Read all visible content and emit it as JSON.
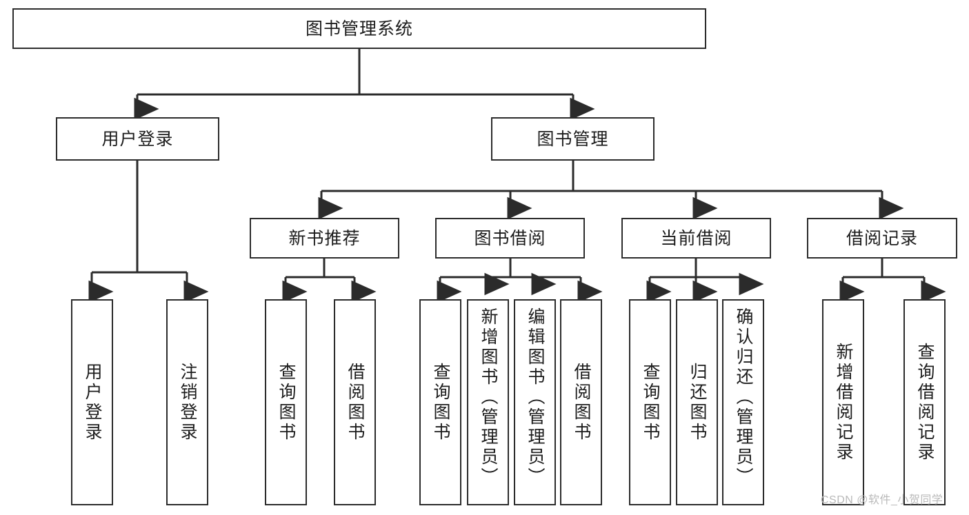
{
  "diagram": {
    "title": "图书管理系统",
    "watermark": "CSDN @软件_小贺同学",
    "line_color": "#2b2b2b",
    "box_fill": "#ffffff",
    "text_color": "#1c1c1c",
    "levels": {
      "root": {
        "label": "图书管理系统"
      },
      "level2": [
        {
          "label": "用户登录"
        },
        {
          "label": "图书管理"
        }
      ],
      "level3": [
        {
          "label": "新书推荐"
        },
        {
          "label": "图书借阅"
        },
        {
          "label": "当前借阅"
        },
        {
          "label": "借阅记录"
        }
      ],
      "leaves": {
        "user_login": [
          {
            "label": "用户登录"
          },
          {
            "label": "注销登录"
          }
        ],
        "new_book_recommend": [
          {
            "label": "查询图书"
          },
          {
            "label": "借阅图书"
          }
        ],
        "book_borrow": [
          {
            "label": "查询图书"
          },
          {
            "label": "新增图书（管理员）"
          },
          {
            "label": "编辑图书（管理员）"
          },
          {
            "label": "借阅图书"
          }
        ],
        "current_borrow": [
          {
            "label": "查询图书"
          },
          {
            "label": "归还图书"
          },
          {
            "label": "确认归还（管理员）"
          }
        ],
        "borrow_record": [
          {
            "label": "新增借阅记录"
          },
          {
            "label": "查询借阅记录"
          }
        ]
      }
    }
  }
}
